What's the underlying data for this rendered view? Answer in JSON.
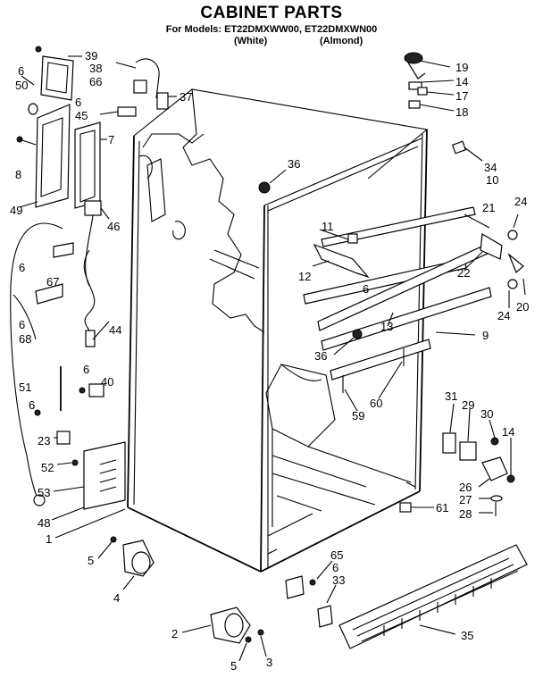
{
  "header": {
    "title": "CABINET PARTS",
    "models": "For Models: ET22DMXWW00, ET22DMXWN00",
    "variant_white": "(White)",
    "variant_almond": "(Almond)"
  },
  "callouts": [
    {
      "id": "c39",
      "text": "39"
    },
    {
      "id": "c6a",
      "text": "6"
    },
    {
      "id": "c50",
      "text": "50"
    },
    {
      "id": "c38",
      "text": "38"
    },
    {
      "id": "c66",
      "text": "66"
    },
    {
      "id": "c37",
      "text": "37"
    },
    {
      "id": "c6b",
      "text": "6"
    },
    {
      "id": "c45",
      "text": "45"
    },
    {
      "id": "c7",
      "text": "7"
    },
    {
      "id": "c8",
      "text": "8"
    },
    {
      "id": "c49",
      "text": "49"
    },
    {
      "id": "c46",
      "text": "46"
    },
    {
      "id": "c6c",
      "text": "6"
    },
    {
      "id": "c67",
      "text": "67"
    },
    {
      "id": "c6d",
      "text": "6"
    },
    {
      "id": "c68",
      "text": "68"
    },
    {
      "id": "c44",
      "text": "44"
    },
    {
      "id": "c51",
      "text": "51"
    },
    {
      "id": "c6e",
      "text": "6"
    },
    {
      "id": "c40",
      "text": "40"
    },
    {
      "id": "c6f",
      "text": "6"
    },
    {
      "id": "c23",
      "text": "23"
    },
    {
      "id": "c52",
      "text": "52"
    },
    {
      "id": "c53",
      "text": "53"
    },
    {
      "id": "c48",
      "text": "48"
    },
    {
      "id": "c1",
      "text": "1"
    },
    {
      "id": "c5a",
      "text": "5"
    },
    {
      "id": "c4",
      "text": "4"
    },
    {
      "id": "c2",
      "text": "2"
    },
    {
      "id": "c5b",
      "text": "5"
    },
    {
      "id": "c3",
      "text": "3"
    },
    {
      "id": "c19",
      "text": "19"
    },
    {
      "id": "c14a",
      "text": "14"
    },
    {
      "id": "c17",
      "text": "17"
    },
    {
      "id": "c18",
      "text": "18"
    },
    {
      "id": "c36a",
      "text": "36"
    },
    {
      "id": "c34",
      "text": "34"
    },
    {
      "id": "c10",
      "text": "10"
    },
    {
      "id": "c24a",
      "text": "24"
    },
    {
      "id": "c11",
      "text": "11"
    },
    {
      "id": "c21",
      "text": "21"
    },
    {
      "id": "c22",
      "text": "22"
    },
    {
      "id": "c12",
      "text": "12"
    },
    {
      "id": "c6g",
      "text": "6"
    },
    {
      "id": "c24b",
      "text": "24"
    },
    {
      "id": "c20",
      "text": "20"
    },
    {
      "id": "c13",
      "text": "13"
    },
    {
      "id": "c9",
      "text": "9"
    },
    {
      "id": "c36b",
      "text": "36"
    },
    {
      "id": "c60",
      "text": "60"
    },
    {
      "id": "c59",
      "text": "59"
    },
    {
      "id": "c31",
      "text": "31"
    },
    {
      "id": "c29",
      "text": "29"
    },
    {
      "id": "c30",
      "text": "30"
    },
    {
      "id": "c14b",
      "text": "14"
    },
    {
      "id": "c26",
      "text": "26"
    },
    {
      "id": "c27",
      "text": "27"
    },
    {
      "id": "c28",
      "text": "28"
    },
    {
      "id": "c61",
      "text": "61"
    },
    {
      "id": "c65",
      "text": "65"
    },
    {
      "id": "c6h",
      "text": "6"
    },
    {
      "id": "c33",
      "text": "33"
    },
    {
      "id": "c35",
      "text": "35"
    }
  ]
}
